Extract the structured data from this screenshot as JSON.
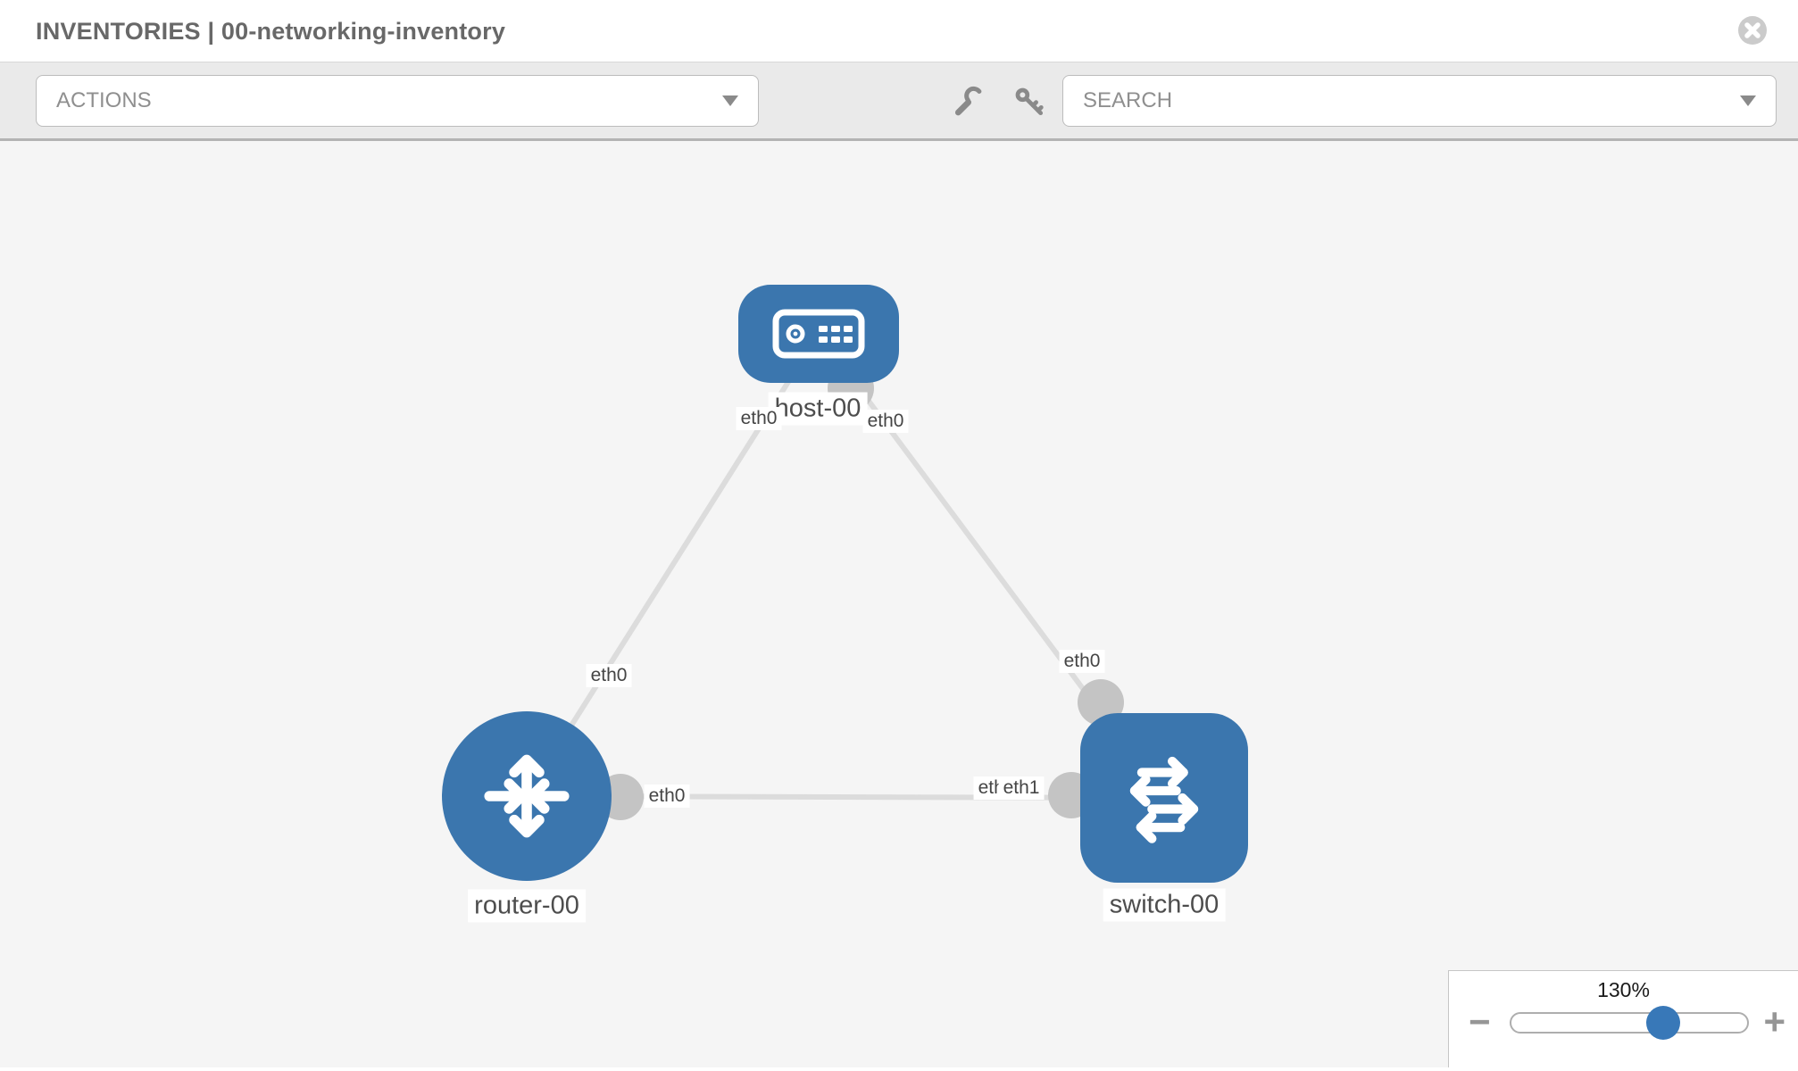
{
  "header": {
    "title": "INVENTORIES | 00-networking-inventory"
  },
  "toolbar": {
    "actions_placeholder": "ACTIONS",
    "search_placeholder": "SEARCH"
  },
  "topology": {
    "nodes": [
      {
        "label": "host-00",
        "type": "host"
      },
      {
        "label": "router-00",
        "type": "router"
      },
      {
        "label": "switch-00",
        "type": "switch"
      }
    ],
    "links": [
      {
        "from": "host-00",
        "from_interface": "eth0",
        "to": "router-00",
        "to_interface": "eth0"
      },
      {
        "from": "host-00",
        "from_interface": "eth0",
        "to": "switch-00",
        "to_interface": "eth0"
      },
      {
        "from": "router-00",
        "from_interface": "eth0",
        "to": "switch-00",
        "to_interface": "eth1"
      }
    ],
    "interface_labels": {
      "host_router_host_end": "eth0",
      "host_router_router_end": "eth0",
      "host_switch_host_end": "eth0",
      "host_switch_switch_end": "eth0",
      "router_switch_router_end": "eth0",
      "router_switch_switch_end_under": "eth0",
      "router_switch_switch_end": "eth1"
    }
  },
  "zoom_control": {
    "level": "130%",
    "minus_label": "−",
    "plus_label": "+"
  },
  "colors": {
    "node_blue": "#3b76ae",
    "slider_thumb_blue": "#3878b8",
    "link_gray": "#dcdcdc",
    "connector_gray": "#c4c4c4"
  }
}
